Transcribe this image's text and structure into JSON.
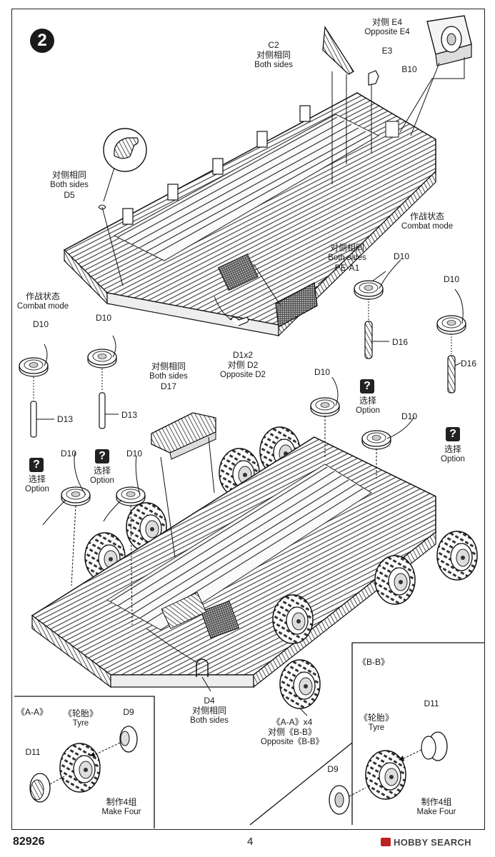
{
  "step": "2",
  "page_code": "82926",
  "page_number": "4",
  "watermark": "HOBBY SEARCH",
  "labels": {
    "c2": [
      "C2",
      "对侧相同",
      "Both sides"
    ],
    "e4": [
      "对侧 E4",
      "Opposite E4"
    ],
    "e3": "E3",
    "b10": "B10",
    "d5": [
      "对侧相同",
      "Both sides",
      "D5"
    ],
    "combat_right": [
      "作战状态",
      "Combat mode"
    ],
    "pe_a1": [
      "对侧相同",
      "Both sides",
      "PE-A1"
    ],
    "d1x2": [
      "D1x2",
      "对侧 D2",
      "Opposite D2"
    ],
    "combat_left": [
      "作战状态",
      "Combat mode"
    ],
    "d10": "D10",
    "d13": "D13",
    "d16": "D16",
    "d17": [
      "对侧相同",
      "Both sides",
      "D17"
    ],
    "option": [
      "选择",
      "Option"
    ],
    "d4": [
      "D4",
      "对侧相同",
      "Both sides"
    ],
    "aa_x4": [
      "《A-A》x4",
      "对侧《B-B》",
      "Opposite《B-B》"
    ],
    "inset_aa": {
      "title": "《A-A》",
      "tyre": [
        "《轮胎》",
        "Tyre"
      ],
      "d9": "D9",
      "d11": "D11",
      "make": [
        "制作4组",
        "Make Four"
      ]
    },
    "inset_bb": {
      "title": "《B-B》",
      "tyre": [
        "《轮胎》",
        "Tyre"
      ],
      "d11": "D11",
      "d9": "D9",
      "make": [
        "制作4组",
        "Make Four"
      ]
    },
    "question_mark": "?"
  }
}
